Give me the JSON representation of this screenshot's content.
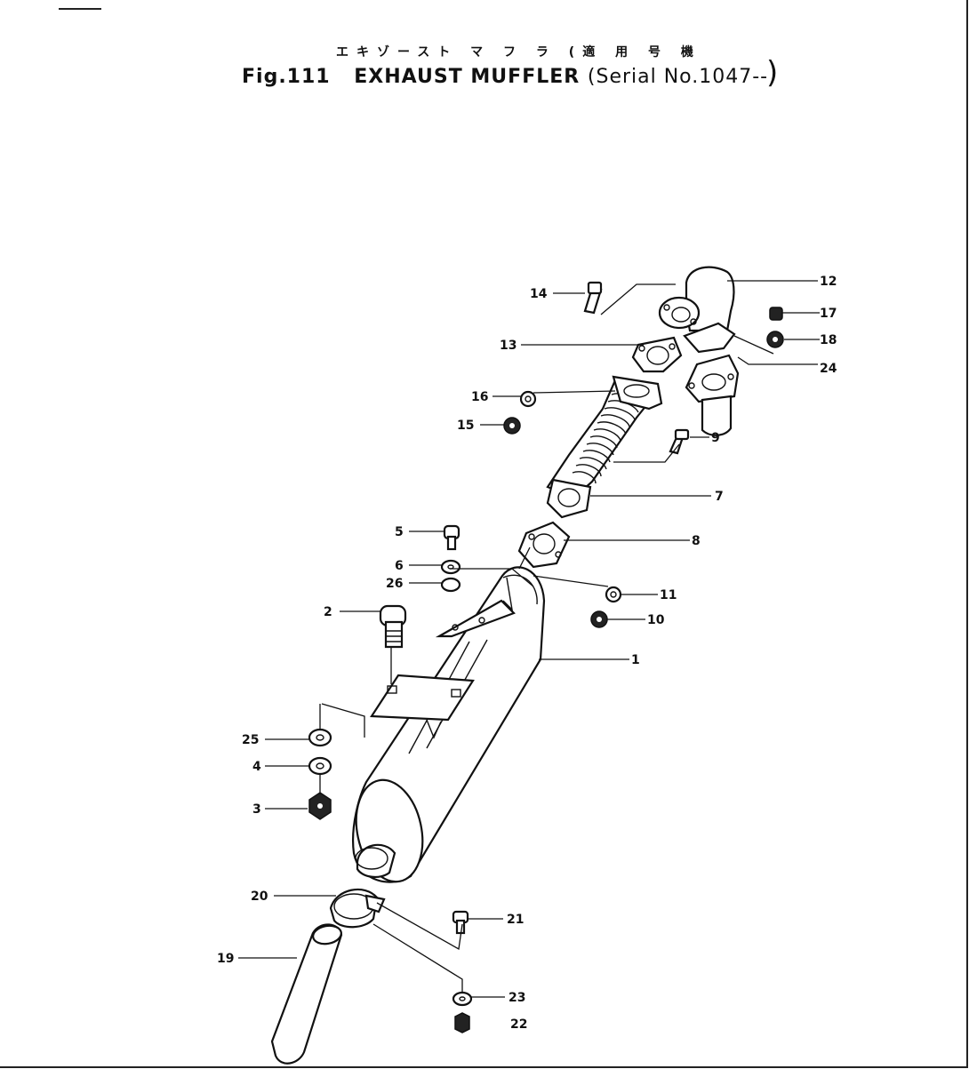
{
  "header": {
    "title_jp": "エキゾースト マ フ ラ (適 用 号 機",
    "fig_label": "Fig.111",
    "title": "EXHAUST MUFFLER",
    "serial": "(Serial No.1047--",
    "close": ")"
  },
  "callouts": {
    "c1": "1",
    "c2": "2",
    "c3": "3",
    "c4": "4",
    "c5": "5",
    "c6": "6",
    "c7": "7",
    "c8": "8",
    "c9": "9",
    "c10": "10",
    "c11": "11",
    "c12": "12",
    "c13": "13",
    "c14": "14",
    "c15": "15",
    "c16": "16",
    "c17": "17",
    "c18": "18",
    "c19": "19",
    "c20": "20",
    "c21": "21",
    "c22": "22",
    "c23": "23",
    "c24": "24",
    "c25": "25",
    "c26": "26"
  }
}
